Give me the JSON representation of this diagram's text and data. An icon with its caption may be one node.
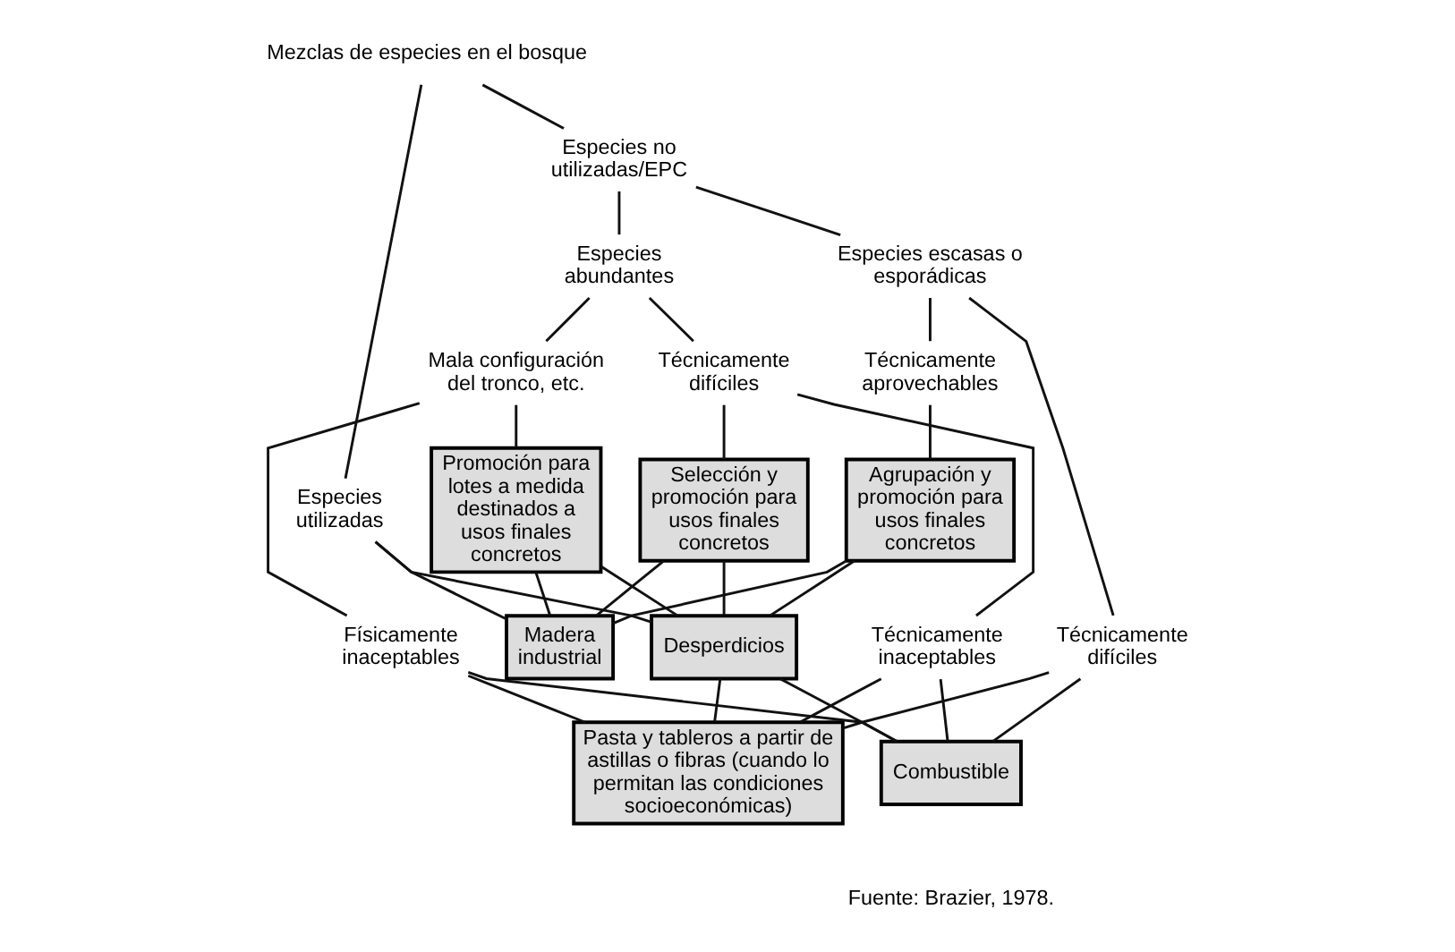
{
  "diagram": {
    "nodes": [
      {
        "text": [
          "Mezclas de especies en el bosque"
        ]
      },
      {
        "text": [
          "Especies utilizadas"
        ]
      },
      {
        "text": [
          "Especies no utilizadas/EPC"
        ]
      },
      {
        "text": [
          "Especies abundantes"
        ]
      },
      {
        "text": [
          "Especies escasas o esporádicas"
        ]
      },
      {
        "text": [
          "Técnicamente difíciles"
        ]
      },
      {
        "text": [
          "Mala configuración del tronco, etc."
        ]
      },
      {
        "text": [
          "Selección y promoción para usos finales concretos"
        ]
      },
      {
        "text": [
          "Técnicamente inaceptables"
        ]
      },
      {
        "text": [
          "Físicamente inaceptables"
        ]
      },
      {
        "text": [
          "Promoción para lotes a medida destinados a usos finales concretos"
        ]
      },
      {
        "text": [
          "Técnicamente aprovechables"
        ]
      },
      {
        "text": [
          "Técnicamente difíciles"
        ]
      },
      {
        "text": [
          "Agrupación y promoción para usos finales concretos"
        ]
      },
      {
        "text": [
          "Madera industrial"
        ]
      },
      {
        "text": [
          "Desperdicios"
        ]
      },
      {
        "text": [
          "Combustible"
        ]
      },
      {
        "text": [
          "Pasta y tableros a partir de astillas o fibras (cuando lo permitan las condiciones socioeconómicas)"
        ]
      }
    ],
    "edges": [
      {
        "from": 0,
        "to": 1,
        "arrow": "none"
      },
      {
        "from": 0,
        "to": 2,
        "arrow": "none"
      },
      {
        "from": 2,
        "to": 3,
        "arrow": "none"
      },
      {
        "from": 2,
        "to": 4,
        "arrow": "none"
      },
      {
        "from": 3,
        "to": 5,
        "arrow": "none"
      },
      {
        "from": 3,
        "to": 6,
        "arrow": "none"
      },
      {
        "from": 5,
        "to": 7,
        "arrow": "none"
      },
      {
        "from": 5,
        "to": 8,
        "arrow": "none"
      },
      {
        "from": 6,
        "to": 9,
        "arrow": "none"
      },
      {
        "from": 6,
        "to": 10,
        "arrow": "none"
      },
      {
        "from": 4,
        "to": 11,
        "arrow": "none"
      },
      {
        "from": 4,
        "to": 12,
        "arrow": "none"
      },
      {
        "from": 11,
        "to": 13,
        "arrow": "none"
      },
      {
        "from": 1,
        "to": 14,
        "arrow": "none"
      },
      {
        "from": 1,
        "to": 15,
        "arrow": "none"
      },
      {
        "from": 7,
        "to": 14,
        "arrow": "none"
      },
      {
        "from": 7,
        "to": 15,
        "arrow": "none"
      },
      {
        "from": 10,
        "to": 14,
        "arrow": "none"
      },
      {
        "from": 10,
        "to": 15,
        "arrow": "none"
      },
      {
        "from": 13,
        "to": 14,
        "arrow": "none"
      },
      {
        "from": 13,
        "to": 15,
        "arrow": "none"
      },
      {
        "from": 15,
        "to": 16,
        "arrow": "none"
      },
      {
        "from": 15,
        "to": 17,
        "arrow": "none"
      },
      {
        "from": 8,
        "to": 16,
        "arrow": "none"
      },
      {
        "from": 8,
        "to": 17,
        "arrow": "none"
      },
      {
        "from": 9,
        "to": 16,
        "arrow": "none"
      },
      {
        "from": 9,
        "to": 17,
        "arrow": "none"
      },
      {
        "from": 12,
        "to": 16,
        "arrow": "none"
      },
      {
        "from": 12,
        "to": 17,
        "arrow": "none"
      }
    ],
    "labels": [
      "Fuente: Brazier, 1978."
    ]
  }
}
